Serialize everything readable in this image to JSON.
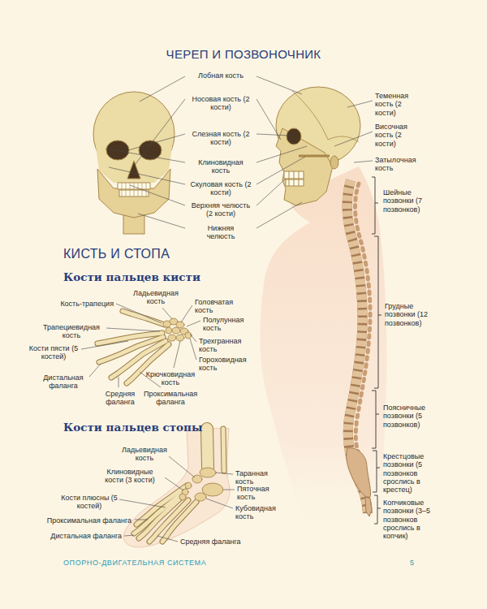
{
  "diagram": {
    "title": "ЧЕРЕП И ПОЗВОНОЧНИК",
    "labels": [
      "Лобная кость",
      "Носовая кость (2 кости)",
      "Теменная кость (2 кости)",
      "Височная кость (2 кости)",
      "Слезная кость (2 кости)",
      "Затылочная кость",
      "Клиновидная кость",
      "Скуловая кость (2 кости)",
      "Шейные позвонки (7 позвонков)",
      "Верхняя челюсть (2 кости)",
      "Нижняя челюсть",
      "КИСТЬ И СТОПА",
      "Кости пальцев кисти",
      "Ладьевидная кость",
      "Кость-трапеция",
      "Головчатая кость",
      "Грудные позвонки (12 позвонков)",
      "Полулунная кость",
      "Трапециевидная кость",
      "Кости пясти (5 костей)",
      "Трехгранная кость",
      "Гороховидная кость",
      "Дистальная фаланга",
      "Крючковидная кость",
      "Средняя фаланга",
      "Проксимальная фаланга",
      "Поясничные позвонки (5 позвонков)",
      "Кости пальцев стопы",
      "Ладьевидная кость",
      "Крестцовые позвонки (5 позвонков срослись в крестец)",
      "Клиновидные кости (3 кости)",
      "Таранная кость",
      "Пяточная кость",
      "Кости плюсны (5 костей)",
      "Копчиковые позвонки (3–5 позвонков срослись в копчик)",
      "Кубовидная кость",
      "Проксимальная фаланга",
      "Дистальная фаланга",
      "Средняя фаланга",
      "ОПОРНО-ДВИГАТЕЛЬНАЯ СИСТЕМА",
      "5"
    ]
  }
}
